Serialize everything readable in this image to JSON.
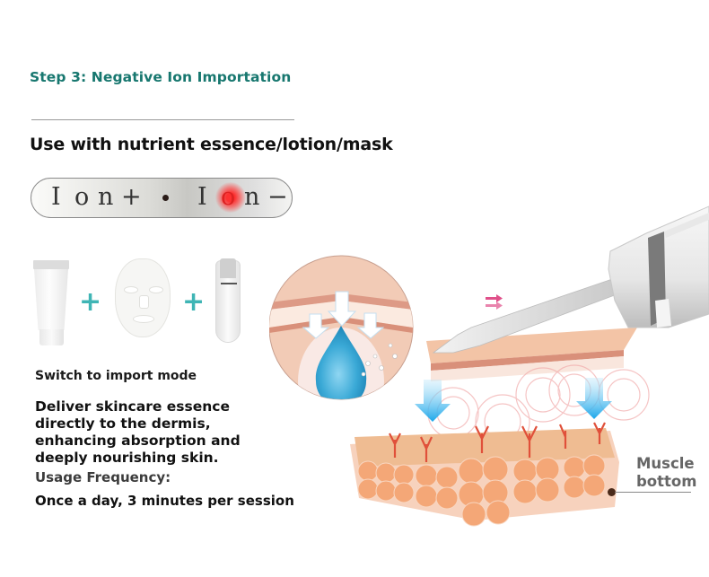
{
  "header": {
    "step_title": "Step 3: Negative Ion Importation",
    "subtitle": "Use with nutrient essence/lotion/mask"
  },
  "ion_indicator": {
    "left_letters": [
      "I",
      "o",
      "n",
      "+"
    ],
    "right_letters": [
      "I",
      "o",
      "n",
      "−"
    ],
    "active_side": "Ion−",
    "glow_color": "#ff2a2a"
  },
  "products": {
    "items": [
      "lotion-tube",
      "sheet-mask",
      "ultrasonic-skin-scrubber"
    ],
    "plus_symbol": "+",
    "plus_color": "#3fb5b5"
  },
  "description": {
    "mode": "Switch to import mode",
    "body": "Deliver skincare essence directly to the dermis, enhancing absorption and deeply nourishing skin.",
    "usage_label": "Usage Frequency:",
    "usage_value": "Once a day, 3 minutes per session"
  },
  "illustration": {
    "direction_icon": "double-right-arrow",
    "direction_color": "#e0508a",
    "label": "Muscle bottom",
    "label_line1": "Muscle",
    "label_line2": "bottom"
  },
  "colors": {
    "accent_teal": "#17776f",
    "skin": "#f3c4a6",
    "fat_cells": "#f4a777",
    "water_drop": "#3aa9d6",
    "arrow_blue": "#2fb0e8"
  }
}
